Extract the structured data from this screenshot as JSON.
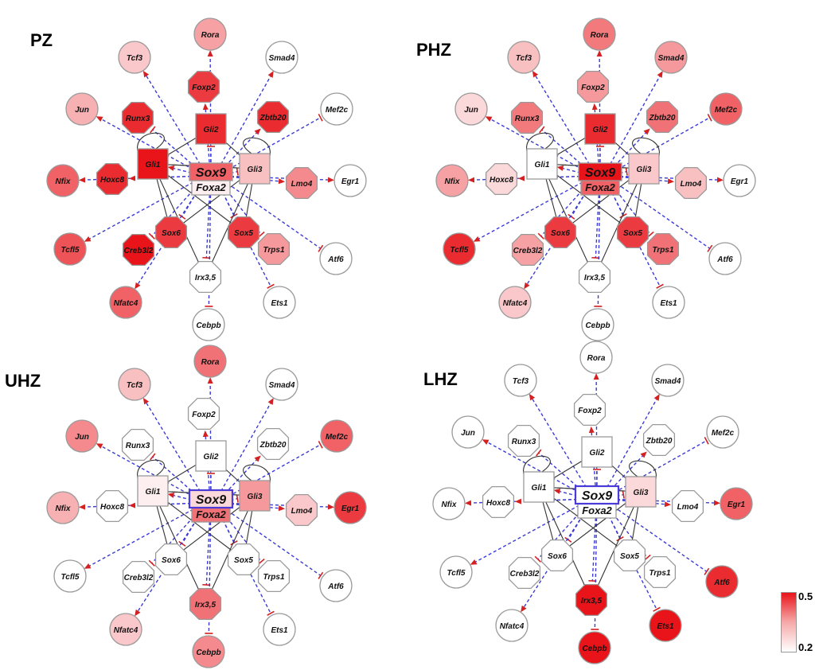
{
  "panels": [
    {
      "title": "PZ",
      "nodes": {
        "Rora": 0.32,
        "Tcf3": 0.27,
        "Smad4": 0.2,
        "Foxp2": 0.45,
        "Jun": 0.3,
        "Runx3": 0.47,
        "Gli2": 0.47,
        "Zbtb20": 0.47,
        "Mef2c": 0.2,
        "Gli1": 0.5,
        "Sox9": 0.4,
        "Foxa2": 0.22,
        "Gli3": 0.28,
        "Nfix": 0.4,
        "Hoxc8": 0.47,
        "Lmo4": 0.35,
        "Egr1": 0.2,
        "Sox6": 0.45,
        "Sox5": 0.45,
        "Tcfl5": 0.42,
        "Creb3l2": 0.5,
        "Trps1": 0.33,
        "Atf6": 0.2,
        "Irx3,5": 0.2,
        "Nfatc4": 0.4,
        "Ets1": 0.2,
        "Cebpb": 0.2
      }
    },
    {
      "title": "PHZ",
      "nodes": {
        "Rora": 0.37,
        "Tcf3": 0.28,
        "Smad4": 0.33,
        "Foxp2": 0.33,
        "Jun": 0.25,
        "Runx3": 0.37,
        "Gli2": 0.47,
        "Zbtb20": 0.38,
        "Mef2c": 0.4,
        "Gli1": 0.2,
        "Sox9": 0.5,
        "Foxa2": 0.4,
        "Gli3": 0.27,
        "Nfix": 0.32,
        "Hoxc8": 0.25,
        "Lmo4": 0.28,
        "Egr1": 0.2,
        "Sox6": 0.45,
        "Sox5": 0.45,
        "Tcfl5": 0.47,
        "Creb3l2": 0.32,
        "Trps1": 0.38,
        "Atf6": 0.2,
        "Irx3,5": 0.2,
        "Nfatc4": 0.27,
        "Ets1": 0.2,
        "Cebpb": 0.2
      }
    },
    {
      "title": "UHZ",
      "nodes": {
        "Rora": 0.38,
        "Tcf3": 0.28,
        "Smad4": 0.2,
        "Foxp2": 0.2,
        "Jun": 0.35,
        "Runx3": 0.2,
        "Gli2": 0.2,
        "Zbtb20": 0.2,
        "Mef2c": 0.4,
        "Gli1": 0.22,
        "Sox9": 0.25,
        "Foxa2": 0.38,
        "Gli3": 0.33,
        "Nfix": 0.3,
        "Hoxc8": 0.2,
        "Lmo4": 0.27,
        "Egr1": 0.45,
        "Sox6": 0.2,
        "Sox5": 0.2,
        "Tcfl5": 0.2,
        "Creb3l2": 0.2,
        "Trps1": 0.2,
        "Atf6": 0.2,
        "Irx3,5": 0.38,
        "Nfatc4": 0.27,
        "Ets1": 0.2,
        "Cebpb": 0.35
      }
    },
    {
      "title": "LHZ",
      "nodes": {
        "Rora": 0.2,
        "Tcf3": 0.2,
        "Smad4": 0.2,
        "Foxp2": 0.2,
        "Jun": 0.2,
        "Runx3": 0.2,
        "Gli2": 0.2,
        "Zbtb20": 0.2,
        "Mef2c": 0.2,
        "Gli1": 0.2,
        "Sox9": 0.2,
        "Foxa2": 0.2,
        "Gli3": 0.25,
        "Nfix": 0.2,
        "Hoxc8": 0.2,
        "Lmo4": 0.2,
        "Egr1": 0.4,
        "Sox6": 0.2,
        "Sox5": 0.2,
        "Tcfl5": 0.2,
        "Creb3l2": 0.2,
        "Trps1": 0.2,
        "Atf6": 0.47,
        "Irx3,5": 0.5,
        "Nfatc4": 0.2,
        "Ets1": 0.5,
        "Cebpb": 0.5
      }
    }
  ],
  "legend": {
    "max_label": "0.5",
    "min_label": "0.2",
    "color_max": "#e8141a",
    "color_min": "#ffffff"
  },
  "colors": {
    "edge_dashed": "#3b3bd6",
    "arrow_head": "#d42020",
    "edge_solid": "#333333",
    "node_border": "#9a9a9a"
  },
  "icons": {
    "arrow": "red-arrowhead",
    "inhibit": "red-tee-bar"
  }
}
